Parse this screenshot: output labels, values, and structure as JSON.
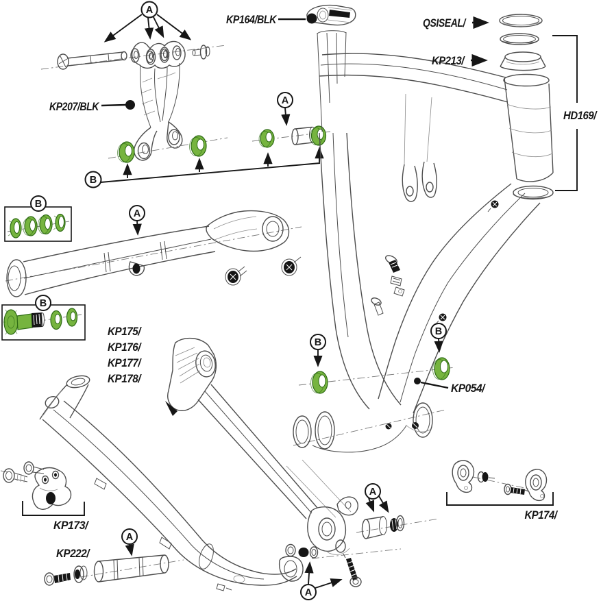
{
  "diagram": {
    "type": "exploded-parts-diagram",
    "subject": "full-suspension bicycle frame hardware",
    "callouts": {
      "a": "A",
      "b": "B"
    },
    "labels": {
      "kp164": "KP164/BLK",
      "qsiseal": "QSISEAL/",
      "kp213": "KP213/",
      "hd169": "HD169/",
      "kp207": "KP207/BLK",
      "kp175": "KP175/",
      "kp176": "KP176/",
      "kp177": "KP177/",
      "kp178": "KP178/",
      "kp054": "KP054/",
      "kp173": "KP173/",
      "kp222": "KP222/",
      "kp174": "KP174/"
    },
    "colors": {
      "highlight_green": "#76b43f",
      "highlight_green_dark": "#2e6b15",
      "artwork_line": "#4d4d4d",
      "label_ink": "#161616",
      "background": "#ffffff"
    }
  }
}
